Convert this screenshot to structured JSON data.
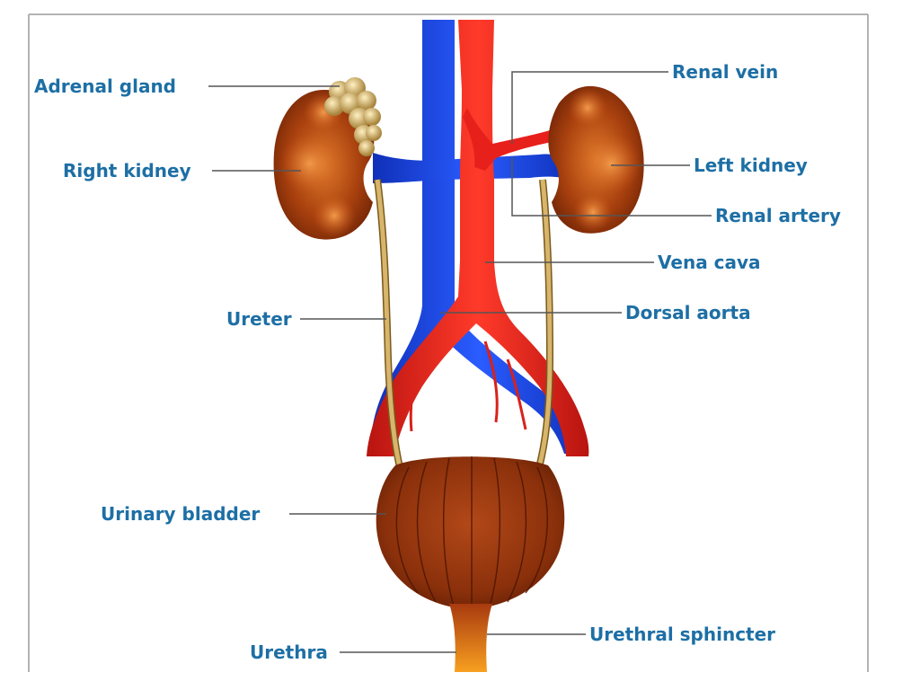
{
  "labels": {
    "adrenal_gland": "Adrenal gland",
    "right_kidney": "Right kidney",
    "renal_vein": "Renal vein",
    "left_kidney": "Left kidney",
    "renal_artery": "Renal artery",
    "vena_cava": "Vena cava",
    "ureter": "Ureter",
    "dorsal_aorta": "Dorsal aorta",
    "urinary_bladder": "Urinary bladder",
    "urethral_sphincter": "Urethral sphincter",
    "urethra": "Urethra"
  },
  "colors": {
    "label_text": "#1d6fa5",
    "leader_line": "#555555",
    "vein": "#1746e0",
    "artery": "#e8201c",
    "kidney": "#b8420c",
    "adrenal": "#d9b569",
    "ureter": "#c9a35a",
    "bladder": "#9a3a10",
    "urethra": "#f08a1c"
  }
}
